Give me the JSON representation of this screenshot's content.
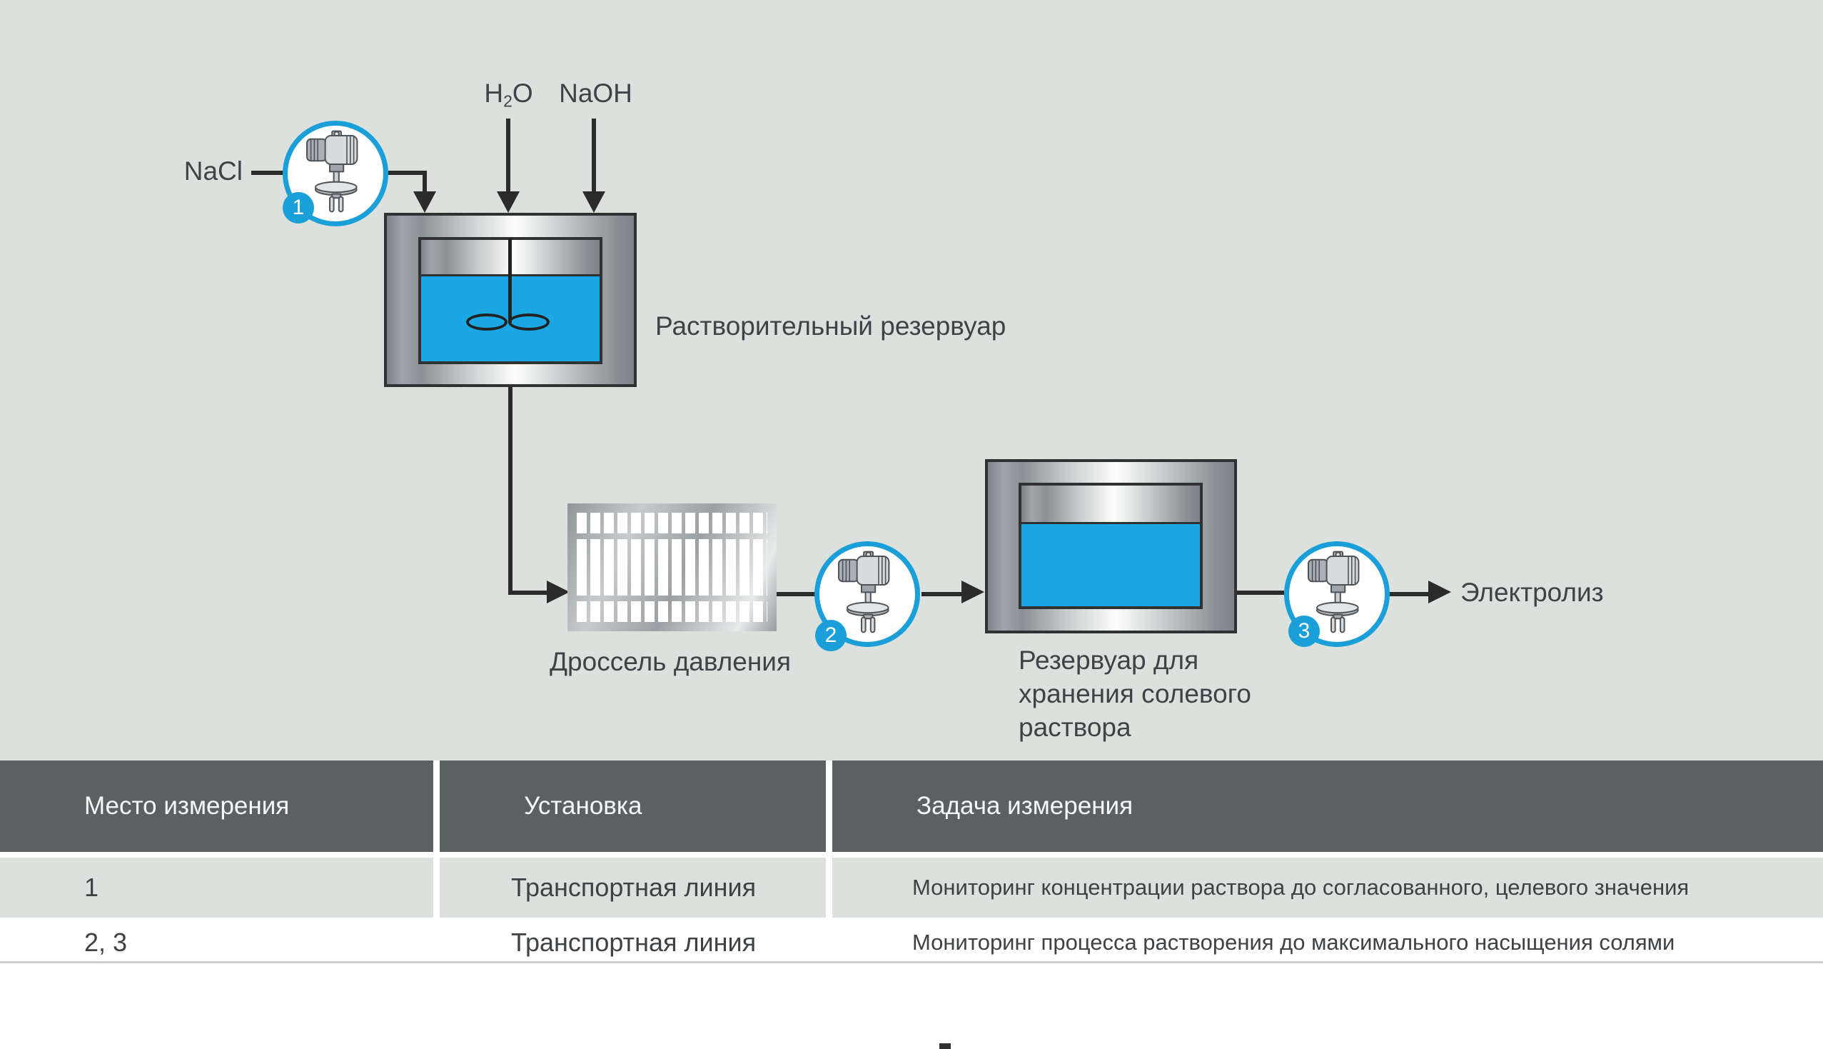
{
  "colors": {
    "accent_blue": "#1A9FD9",
    "liquid_blue": "#1BA7E3",
    "table_header_bg": "#5B6063",
    "diagram_background": "#DCE1DE"
  },
  "diagram": {
    "feed_nacl": "NaCl",
    "feed_h2o": {
      "base": "H",
      "sub": "2",
      "tail": "O"
    },
    "feed_naoh": "NaOH",
    "sensors": [
      {
        "number": "1"
      },
      {
        "number": "2"
      },
      {
        "number": "3"
      }
    ],
    "labels": {
      "dissolving_tank": "Растворительный резервуар",
      "pressure_throttle": "Дроссель давления",
      "storage_tank_line1": "Резервуар для",
      "storage_tank_line2": "хранения солевого",
      "storage_tank_line3": "раствора",
      "electrolysis": "Электролиз"
    }
  },
  "table": {
    "headers": {
      "place": "Место измерения",
      "installation": "Установка",
      "task": "Задача измерения"
    },
    "rows": [
      {
        "place": "1",
        "installation": "Транспортная линия",
        "task": "Мониторинг концентрации раствора до согласованного, целевого значения"
      },
      {
        "place": "2, 3",
        "installation": "Транспортная линия",
        "task": "Мониторинг процесса растворения до максимального насыщения солями"
      }
    ]
  }
}
